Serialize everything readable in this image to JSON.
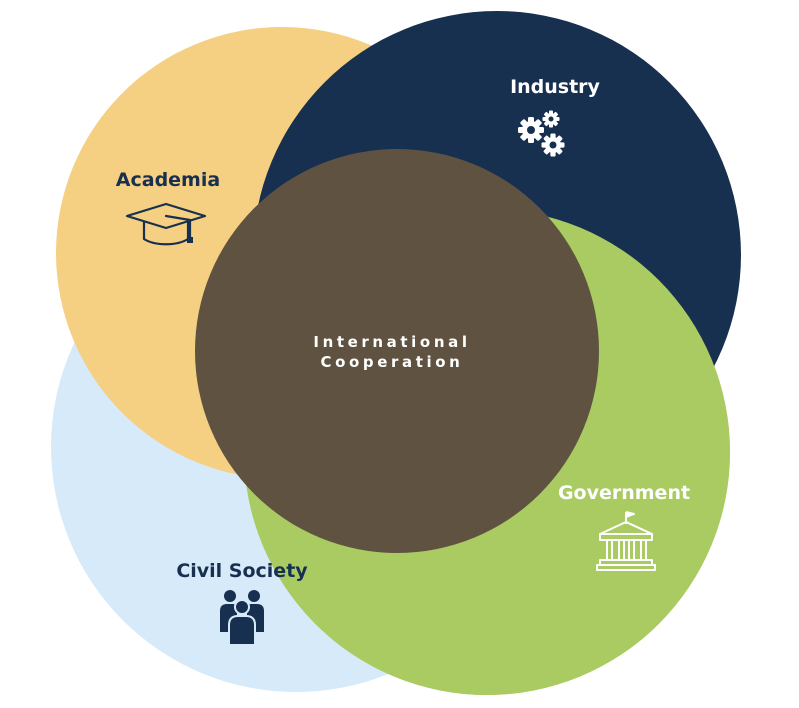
{
  "center": {
    "line1": "International",
    "line2": "Cooperation"
  },
  "sectors": {
    "academia": {
      "label": "Academia",
      "icon": "graduation-cap-icon"
    },
    "industry": {
      "label": "Industry",
      "icon": "gears-icon"
    },
    "government": {
      "label": "Government",
      "icon": "government-building-icon"
    },
    "civil_society": {
      "label": "Civil Society",
      "icon": "people-group-icon"
    }
  },
  "colors": {
    "academia": "#F5CF82",
    "industry": "#173050",
    "government": "#AACB62",
    "civil_society": "#D7EAF9",
    "center": "#5F5241",
    "dark_text": "#173050",
    "light_text": "#ffffff"
  }
}
